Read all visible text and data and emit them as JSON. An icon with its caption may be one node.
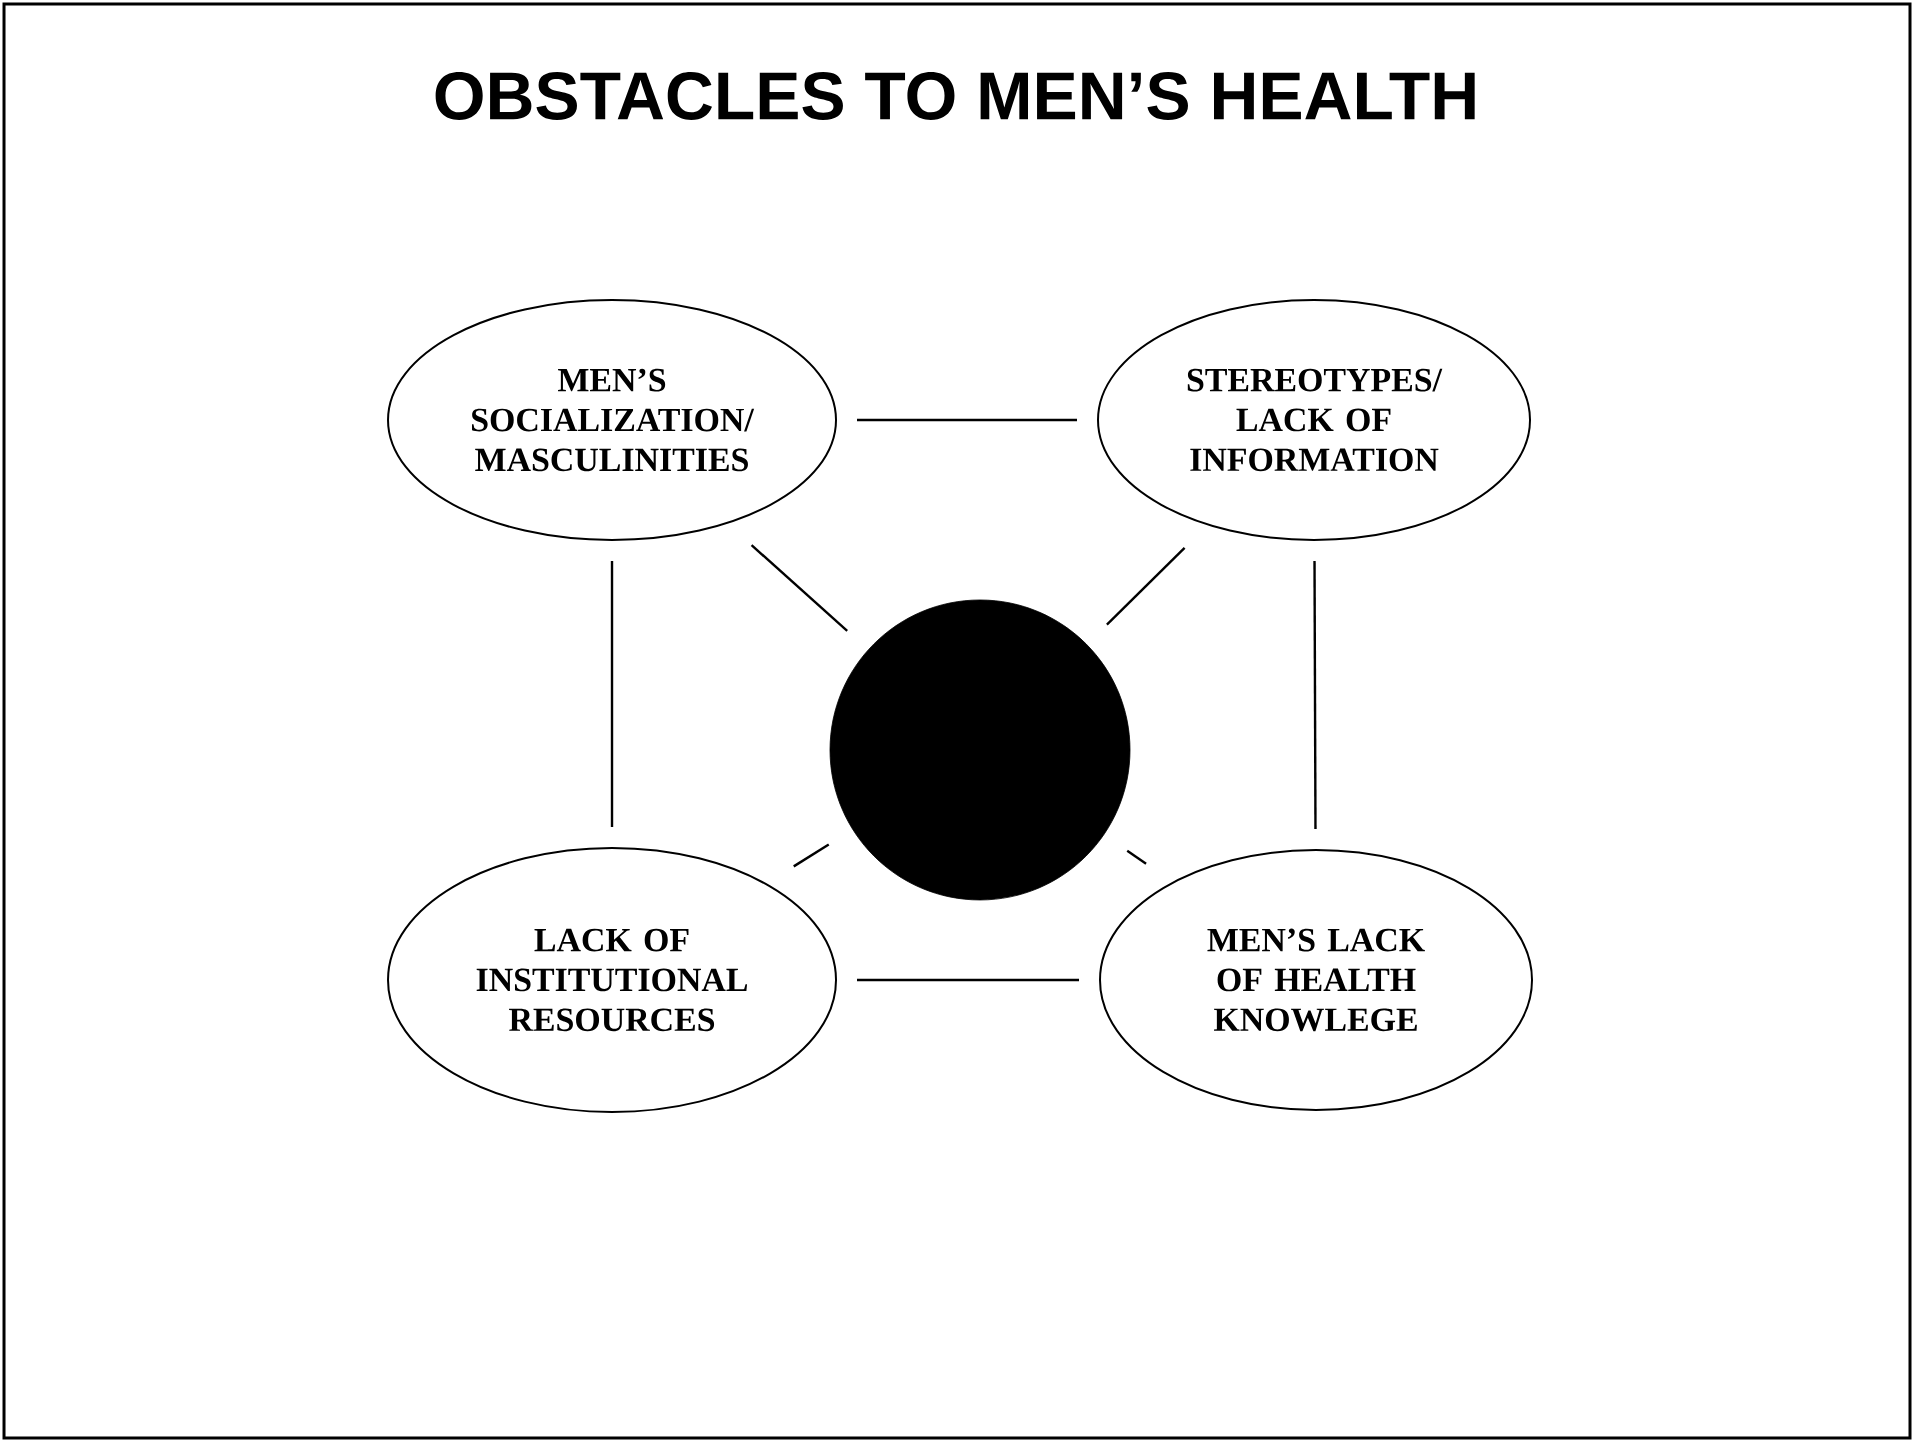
{
  "diagram": {
    "title": "OBSTACLES TO MEN’S HEALTH",
    "nodes": [
      {
        "text": [
          "MEN’S SOCIALIZATION/ MASCULINITIES"
        ]
      },
      {
        "text": [
          "STEREOTYPES/ LACK OF INFORMATION"
        ]
      },
      {
        "text": [],
        "shape": "circle"
      },
      {
        "text": [
          "LACK OF INSTITUTIONAL RESOURCES"
        ]
      },
      {
        "text": [
          "MEN’S LACK OF HEALTH KNOWLEGE"
        ]
      }
    ],
    "edges": [
      {
        "from": 0,
        "to": 1,
        "arrow": "none"
      },
      {
        "from": 0,
        "to": 3,
        "arrow": "none"
      },
      {
        "from": 1,
        "to": 4,
        "arrow": "none"
      },
      {
        "from": 0,
        "to": 2,
        "arrow": "none"
      },
      {
        "from": 1,
        "to": 2,
        "arrow": "none"
      },
      {
        "from": 3,
        "to": 2,
        "arrow": "none"
      },
      {
        "from": 4,
        "to": 2,
        "arrow": "none"
      },
      {
        "from": 3,
        "to": 4,
        "arrow": "none"
      }
    ]
  }
}
